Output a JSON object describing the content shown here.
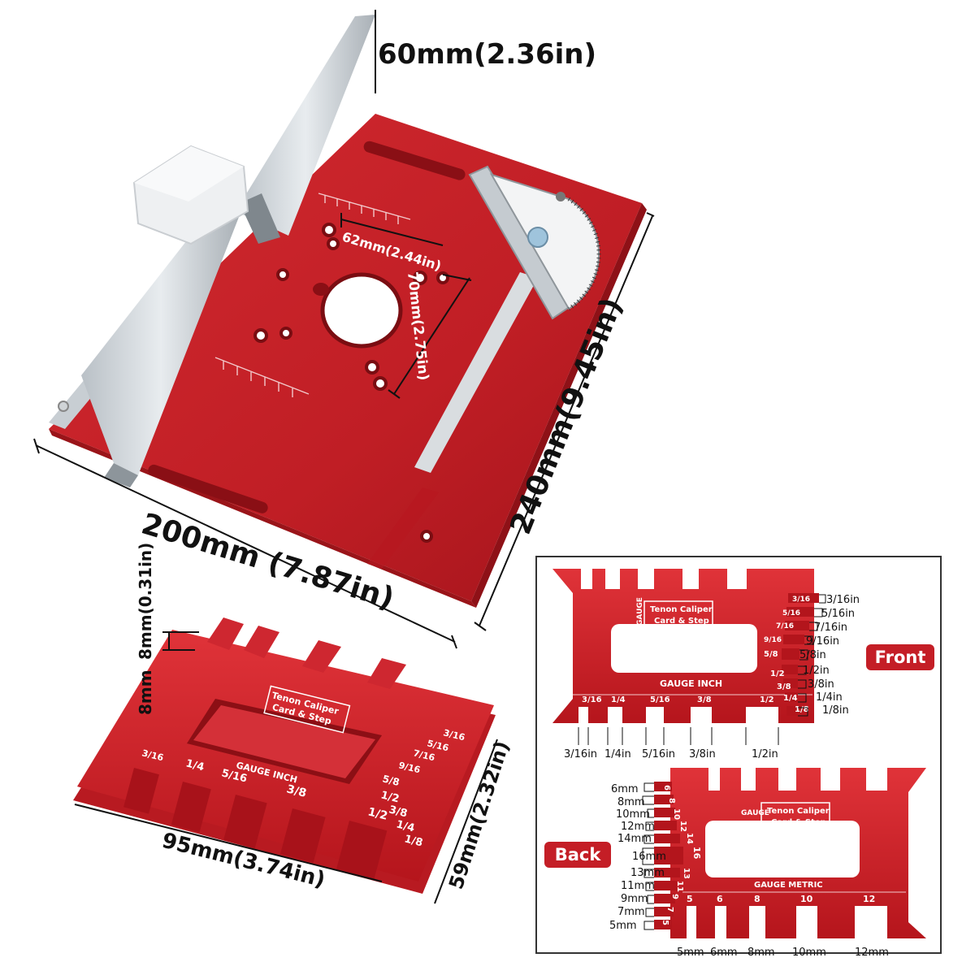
{
  "table_dims": {
    "fence_height": "60mm(2.36in)",
    "width": "200mm (7.87in)",
    "depth": "240mm(9.45in)",
    "hole_spacing_h": "62mm(2.44in)",
    "hole_spacing_v": "70mm(2.75in)"
  },
  "gauge_dims": {
    "thickness": "8mm(0.31in)",
    "length": "95mm(3.74in)",
    "width": "59mm(2.32in)"
  },
  "gauge_engraving": {
    "title_line1": "Tenon Caliper",
    "title_line2": "Card & Step",
    "side_tag": "GAUGE",
    "brand_inch": "GAUGE INCH",
    "brand_metric": "GAUGE METRIC"
  },
  "panel": {
    "front_label": "Front",
    "back_label": "Back",
    "front_side_sizes": [
      "3/16in",
      "5/16in",
      "7/16in",
      "9/16in",
      "5/8in",
      "1/2in",
      "3/8in",
      "1/4in",
      "1/8in"
    ],
    "front_side_marks": [
      "3/16",
      "5/16",
      "7/16",
      "9/16",
      "5/8",
      "1/2",
      "3/8",
      "1/4",
      "1/8"
    ],
    "front_bottom_sizes": [
      "3/16in",
      "1/4in",
      "5/16in",
      "3/8in",
      "1/2in"
    ],
    "front_bottom_marks": [
      "3/16",
      "1/4",
      "5/16",
      "3/8",
      "1/2"
    ],
    "back_side_sizes": [
      "6mm",
      "8mm",
      "10mm",
      "12mm",
      "14mm",
      "16mm",
      "13mm",
      "11mm",
      "9mm",
      "7mm",
      "5mm"
    ],
    "back_side_marks": [
      "6",
      "8",
      "10",
      "12",
      "14",
      "16",
      "13",
      "11",
      "9",
      "7",
      "5"
    ],
    "back_bottom_sizes": [
      "5mm",
      "6mm",
      "8mm",
      "10mm",
      "12mm"
    ],
    "back_bottom_marks": [
      "5",
      "6",
      "8",
      "10",
      "12"
    ]
  }
}
